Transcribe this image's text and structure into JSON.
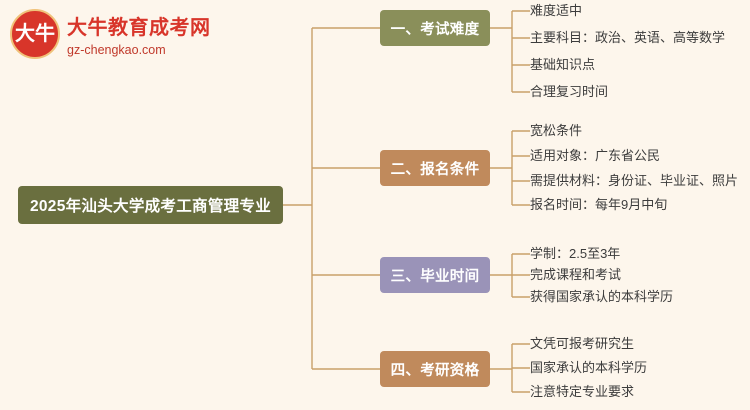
{
  "logo": {
    "mark_text": "大牛",
    "title": "大牛教育成考网",
    "subtitle": "gz-chengkao.com"
  },
  "root": {
    "label": "2025年汕头大学成考工商管理专业"
  },
  "colors": {
    "root": "#6a6f3f",
    "branch_1": "#8a8f5a",
    "branch_2": "#c08a5c",
    "branch_3": "#9a93b8",
    "branch_4": "#c08a5c",
    "background": "#fdf6ec",
    "line": "#c9a06a",
    "brand_red": "#d8352a"
  },
  "branches": [
    {
      "label": "一、考试难度",
      "leaves": [
        "难度适中",
        "主要科目：政治、英语、高等数学",
        "基础知识点",
        "合理复习时间"
      ]
    },
    {
      "label": "二、报名条件",
      "leaves": [
        "宽松条件",
        "适用对象：广东省公民",
        "需提供材料：身份证、毕业证、照片",
        "报名时间：每年9月中旬"
      ]
    },
    {
      "label": "三、毕业时间",
      "leaves": [
        "学制：2.5至3年",
        "完成课程和考试",
        "获得国家承认的本科学历"
      ]
    },
    {
      "label": "四、考研资格",
      "leaves": [
        "文凭可报考研究生",
        "国家承认的本科学历",
        "注意特定专业要求"
      ]
    }
  ]
}
